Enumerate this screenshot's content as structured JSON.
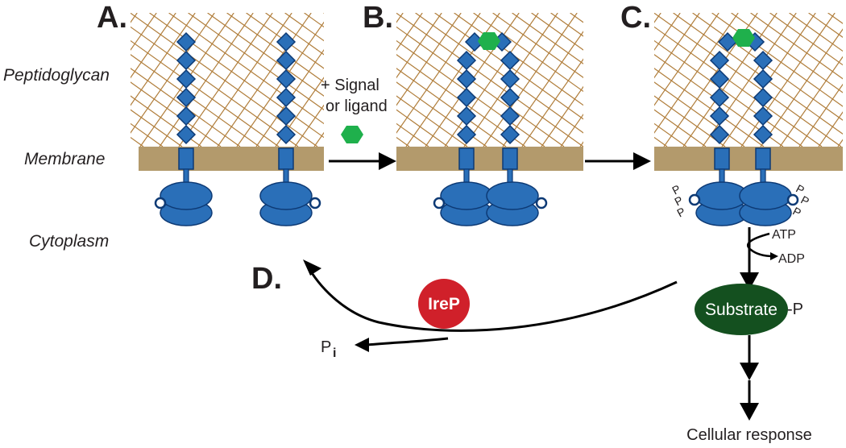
{
  "labels": {
    "peptidoglycan": "Peptidoglycan",
    "membrane": "Membrane",
    "cytoplasm": "Cytoplasm"
  },
  "panels": {
    "a": "A.",
    "b": "B.",
    "c": "C.",
    "d": "D."
  },
  "signal": {
    "line1": "+ Signal",
    "line2": "or ligand"
  },
  "phospho": {
    "p": "P",
    "atp": "ATP",
    "adp": "ADP",
    "substrate": "Substrate",
    "substrate_p": "-P",
    "pi_main": "P",
    "pi_sub": "i"
  },
  "phosphatase": "IreP",
  "response": "Cellular response",
  "colors": {
    "mesh": "#b07d3a",
    "membrane": "#b39a6c",
    "protein": "#2a6fb8",
    "protein_stroke": "#0d3a75",
    "ligand": "#1fb04c",
    "irep": "#d0202a",
    "substrate": "#14501f",
    "arrow": "#000000"
  }
}
